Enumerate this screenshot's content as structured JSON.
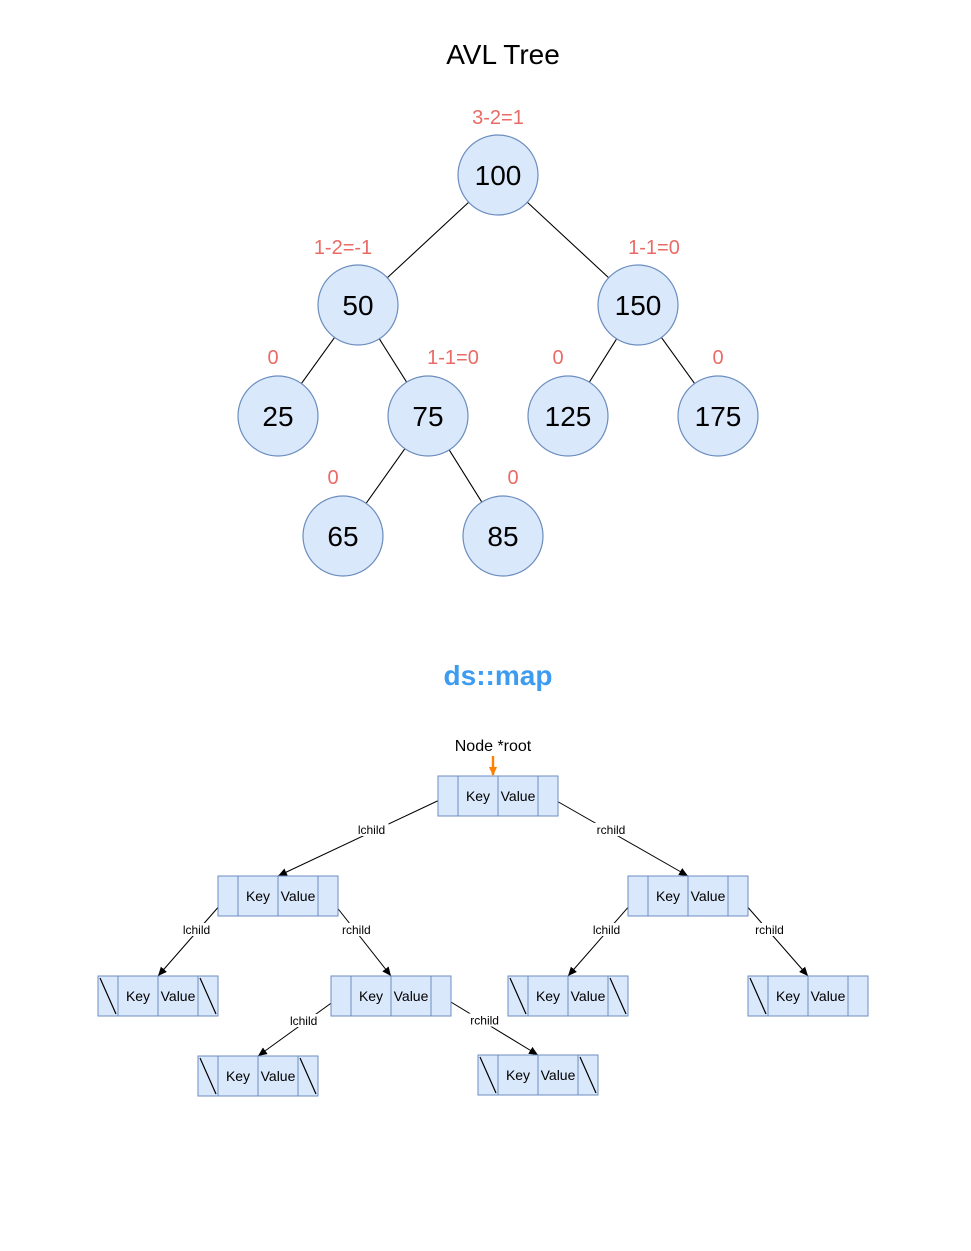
{
  "avl": {
    "title": "AVL Tree",
    "nodes": [
      {
        "id": "n100",
        "label": "100",
        "bf": "3-2=1"
      },
      {
        "id": "n50",
        "label": "50",
        "bf": "1-2=-1"
      },
      {
        "id": "n150",
        "label": "150",
        "bf": "1-1=0"
      },
      {
        "id": "n25",
        "label": "25",
        "bf": "0"
      },
      {
        "id": "n75",
        "label": "75",
        "bf": "1-1=0"
      },
      {
        "id": "n125",
        "label": "125",
        "bf": "0"
      },
      {
        "id": "n175",
        "label": "175",
        "bf": "0"
      },
      {
        "id": "n65",
        "label": "65",
        "bf": "0"
      },
      {
        "id": "n85",
        "label": "85",
        "bf": "0"
      }
    ],
    "edges": [
      [
        "n100",
        "n50"
      ],
      [
        "n100",
        "n150"
      ],
      [
        "n50",
        "n25"
      ],
      [
        "n50",
        "n75"
      ],
      [
        "n150",
        "n125"
      ],
      [
        "n150",
        "n175"
      ],
      [
        "n75",
        "n65"
      ],
      [
        "n75",
        "n85"
      ]
    ]
  },
  "map": {
    "title": "ds::map",
    "root_label": "Node *root",
    "key_label": "Key",
    "value_label": "Value",
    "lchild_label": "lchild",
    "rchild_label": "rchild",
    "nodes": [
      {
        "id": "m0",
        "left_null": false,
        "right_null": false
      },
      {
        "id": "m1",
        "left_null": false,
        "right_null": false
      },
      {
        "id": "m2",
        "left_null": false,
        "right_null": false
      },
      {
        "id": "m3",
        "left_null": true,
        "right_null": true
      },
      {
        "id": "m4",
        "left_null": false,
        "right_null": false
      },
      {
        "id": "m5",
        "left_null": true,
        "right_null": true
      },
      {
        "id": "m6",
        "left_null": true,
        "right_null": false
      },
      {
        "id": "m7",
        "left_null": true,
        "right_null": true
      },
      {
        "id": "m8",
        "left_null": true,
        "right_null": true
      }
    ],
    "links": [
      {
        "from": "m0",
        "to": "m1",
        "label": "lchild"
      },
      {
        "from": "m0",
        "to": "m2",
        "label": "rchild"
      },
      {
        "from": "m1",
        "to": "m3",
        "label": "lchild"
      },
      {
        "from": "m1",
        "to": "m4",
        "label": "rchild"
      },
      {
        "from": "m2",
        "to": "m5",
        "label": "lchild"
      },
      {
        "from": "m2",
        "to": "m6",
        "label": "rchild"
      },
      {
        "from": "m4",
        "to": "m7",
        "label": "lchild"
      },
      {
        "from": "m4",
        "to": "m8",
        "label": "rchild"
      }
    ]
  }
}
